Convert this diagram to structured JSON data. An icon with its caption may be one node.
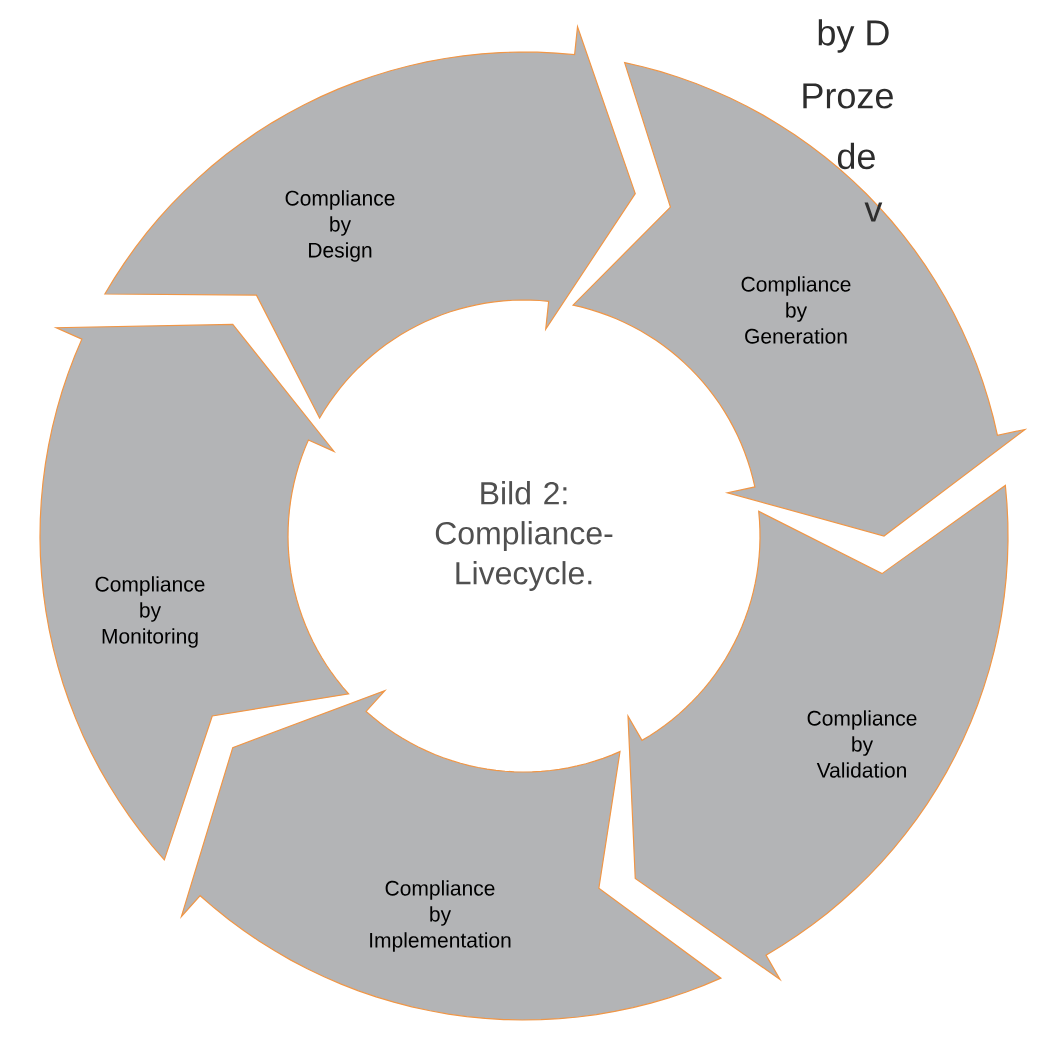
{
  "diagram": {
    "caption": "Bild 2: Compliance-Livecycle.",
    "nodes": [
      {
        "text": [
          "Compliance by Design"
        ]
      },
      {
        "text": [
          "Compliance by Generation"
        ]
      },
      {
        "text": [
          "Compliance by Validation"
        ]
      },
      {
        "text": [
          "Compliance by Implementation"
        ]
      },
      {
        "text": [
          "Compliance by Monitoring"
        ]
      }
    ],
    "labels": [
      "by D",
      "Proze",
      "de",
      "v"
    ]
  }
}
